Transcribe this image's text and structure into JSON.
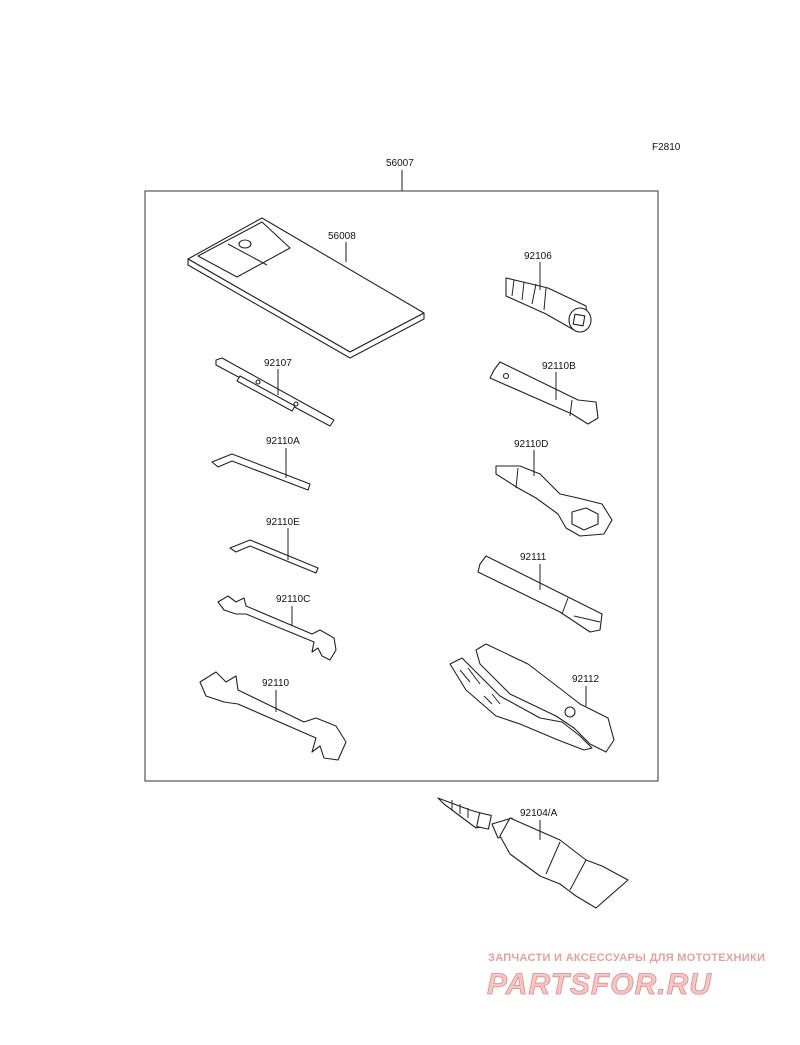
{
  "diagram_code": "F2810",
  "kit_label": "56007",
  "labels": {
    "case": "56008",
    "screwdriver": "92107",
    "hex_key_a": "92110A",
    "hex_key_e": "92110E",
    "wrench_small": "92110C",
    "wrench": "92110",
    "socket_adapter": "92106",
    "box_wrench": "92110B",
    "offset_wrench": "92110D",
    "handle_bar": "92111",
    "pliers": "92112",
    "grease_tube": "92104/A"
  },
  "watermark": {
    "subtitle": "ЗАПЧАСТИ И АКСЕССУАРЫ ДЛЯ МОТОТЕХНИКИ",
    "site": "PARTSFOR.RU"
  }
}
